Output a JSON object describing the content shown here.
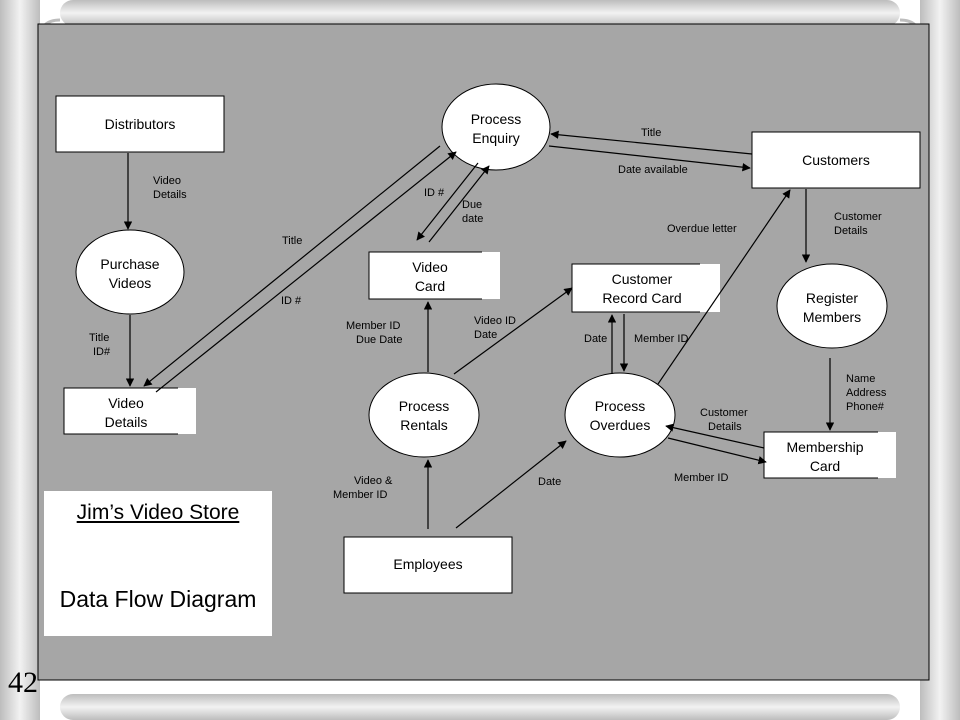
{
  "slide_number": "42",
  "title": {
    "main": "Jim’s Video Store",
    "subtitle": "Data Flow Diagram"
  },
  "entities": {
    "distributors": "Distributors",
    "customers": "Customers",
    "employees": "Employees"
  },
  "processes": {
    "enquiry": [
      "Process",
      "Enquiry"
    ],
    "purchase": [
      "Purchase",
      "Videos"
    ],
    "register": [
      "Register",
      "Members"
    ],
    "rentals": [
      "Process",
      "Rentals"
    ],
    "overdues": [
      "Process",
      "Overdues"
    ]
  },
  "stores": {
    "video_details": [
      "Video",
      "Details"
    ],
    "video_card": [
      "Video",
      "Card"
    ],
    "customer_record": [
      "Customer",
      "Record Card"
    ],
    "membership_card": [
      "Membership",
      "Card"
    ]
  },
  "flows": {
    "video_details": [
      "Video",
      "Details"
    ],
    "title_id": [
      "Title",
      "ID#"
    ],
    "title": "Title",
    "id_hash": "ID #",
    "id_hash_card": "ID #",
    "due_date": [
      "Due",
      "date"
    ],
    "title_customer": "Title",
    "date_available": "Date available",
    "customer_details": [
      "Customer",
      "Details"
    ],
    "overdue_letter": "Overdue letter",
    "name_address_phone": [
      "Name",
      "Address",
      "Phone#"
    ],
    "member_id_due_date": [
      "Member ID",
      "Due Date"
    ],
    "video_id_date": [
      "Video ID",
      "Date"
    ],
    "date": "Date",
    "member_id": "Member ID",
    "customer_details_2": [
      "Customer",
      "Details"
    ],
    "member_id_2": "Member ID",
    "video_member_id": [
      "Video &",
      "Member ID"
    ],
    "date_2": "Date"
  },
  "colors": {
    "background": "#a6a6a6",
    "frame": "#d9d9d9",
    "box": "#ffffff",
    "line": "#000000"
  }
}
